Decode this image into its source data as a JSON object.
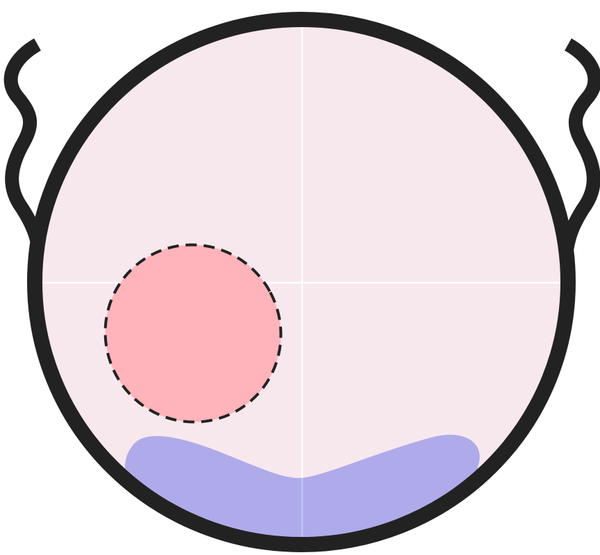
{
  "diagram": {
    "colors": {
      "outline": "#222222",
      "disc_fill": "#f7e8ee",
      "crosshair": "#ffffff",
      "lesion_fill": "#ffb3ba",
      "lesion_border": "#222222",
      "fluid_fill": "#afabea",
      "fluid_midline": "#b9c7f3"
    },
    "regions": [
      {
        "id": "disc",
        "shape": "circle",
        "icon": "circular-disc"
      },
      {
        "id": "lesion",
        "shape": "ellipse",
        "border": "dashed",
        "quadrant": "lower-left"
      },
      {
        "id": "fluid",
        "shape": "crescent",
        "position": "bottom"
      }
    ],
    "appendages": [
      {
        "id": "left-wavy-stem",
        "side": "left",
        "style": "wavy"
      },
      {
        "id": "right-wavy-stem",
        "side": "right",
        "style": "wavy"
      }
    ],
    "gridlines": [
      "vertical-midline",
      "horizontal-midline"
    ]
  }
}
